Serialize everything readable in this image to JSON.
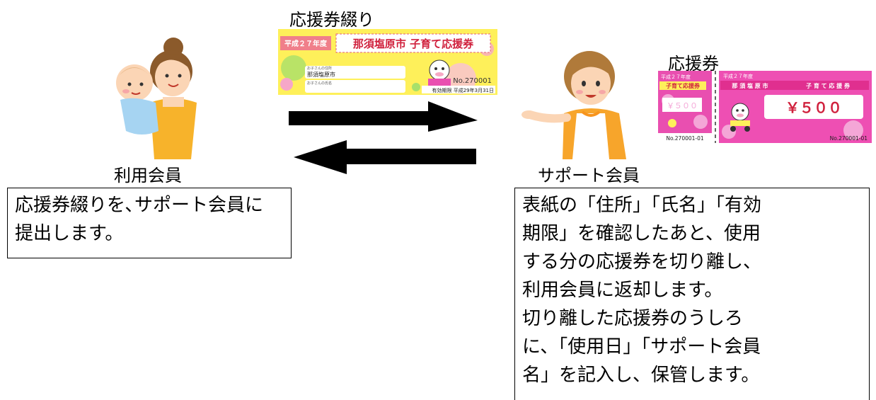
{
  "booklet": {
    "caption": "応援券綴り",
    "year_badge": "平成２７年度",
    "title": "那須塩原市 子育て応援券",
    "address_label": "お子さんの住所",
    "address_value": "那須塩原市",
    "name_label": "お子さんの氏名",
    "number": "No.270001",
    "expiry": "有効期限 平成29年3月31日"
  },
  "ticket": {
    "caption": "応援券",
    "stub_year": "平成２７年度",
    "stub_label": "子育て応援券",
    "stub_amount": "￥５００",
    "stub_number": "No.270001-01",
    "main_year": "平成２７年度",
    "main_title_left": "那 須 塩 原 市",
    "main_title_right": "子 育 て 応 援 券",
    "main_amount": "￥５００",
    "main_number": "No.270001-01"
  },
  "left": {
    "label": "利用会員",
    "text": "応援券綴りを､サポート会員に提出します。"
  },
  "right": {
    "label": "サポート会員",
    "text_1": "表紙の「住所」「氏名」「有効期限」を確認したあと、使用する分の応援券を切り離し、利用会員に返却します。",
    "text_2": "切り離した応援券のうしろに、「使用日」「サポート会員名」を記入し、保管します。"
  },
  "colors": {
    "booklet_bg": "#fef05a",
    "badge": "#f07f8a",
    "ticket_bg": "#ee4fb3",
    "stub_bg": "#e94fb0",
    "skin": "#fbd5b5",
    "hair": "#8b5a2b",
    "apron": "#f7941d"
  }
}
